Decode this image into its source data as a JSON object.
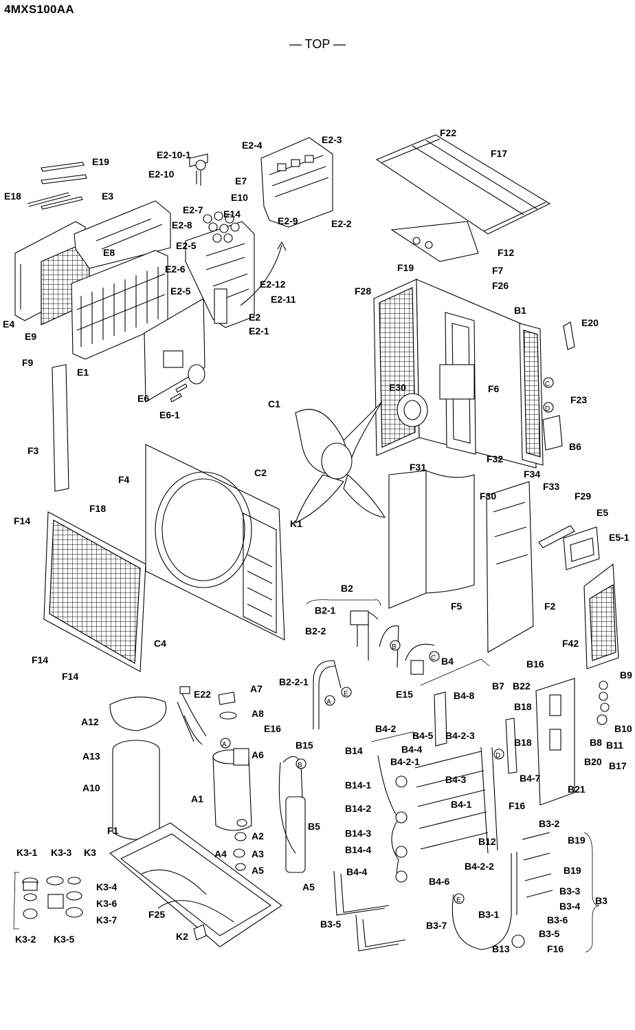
{
  "header": {
    "model": "4MXS100AA",
    "view": "— TOP —"
  },
  "circle_markers": [
    "A",
    "B",
    "C",
    "D",
    "E"
  ],
  "part_labels": [
    {
      "id": "e19",
      "text": "E19"
    },
    {
      "id": "e18",
      "text": "E18"
    },
    {
      "id": "e3",
      "text": "E3"
    },
    {
      "id": "e2-10-1",
      "text": "E2-10-1"
    },
    {
      "id": "e2-10",
      "text": "E2-10"
    },
    {
      "id": "e2-4",
      "text": "E2-4"
    },
    {
      "id": "e2-3",
      "text": "E2-3"
    },
    {
      "id": "e7",
      "text": "E7"
    },
    {
      "id": "e10",
      "text": "E10"
    },
    {
      "id": "e14",
      "text": "E14"
    },
    {
      "id": "e2-7",
      "text": "E2-7"
    },
    {
      "id": "e2-8",
      "text": "E2-8"
    },
    {
      "id": "e2-9",
      "text": "E2-9"
    },
    {
      "id": "e2-2",
      "text": "E2-2"
    },
    {
      "id": "e2-5a",
      "text": "E2-5"
    },
    {
      "id": "e8",
      "text": "E8"
    },
    {
      "id": "e2-6",
      "text": "E2-6"
    },
    {
      "id": "e2-5b",
      "text": "E2-5"
    },
    {
      "id": "e2-12",
      "text": "E2-12"
    },
    {
      "id": "e2-11",
      "text": "E2-11"
    },
    {
      "id": "e2",
      "text": "E2"
    },
    {
      "id": "e2-1",
      "text": "E2-1"
    },
    {
      "id": "e4",
      "text": "E4"
    },
    {
      "id": "e9",
      "text": "E9"
    },
    {
      "id": "e1",
      "text": "E1"
    },
    {
      "id": "f9",
      "text": "F9"
    },
    {
      "id": "e6",
      "text": "E6"
    },
    {
      "id": "e6-1",
      "text": "E6-1"
    },
    {
      "id": "f22",
      "text": "F22"
    },
    {
      "id": "f17",
      "text": "F17"
    },
    {
      "id": "f12",
      "text": "F12"
    },
    {
      "id": "f19",
      "text": "F19"
    },
    {
      "id": "f7",
      "text": "F7"
    },
    {
      "id": "f26",
      "text": "F26"
    },
    {
      "id": "f28",
      "text": "F28"
    },
    {
      "id": "b1",
      "text": "B1"
    },
    {
      "id": "e20",
      "text": "E20"
    },
    {
      "id": "e30",
      "text": "E30"
    },
    {
      "id": "f6",
      "text": "F6"
    },
    {
      "id": "f23",
      "text": "F23"
    },
    {
      "id": "b6",
      "text": "B6"
    },
    {
      "id": "c1",
      "text": "C1"
    },
    {
      "id": "f3",
      "text": "F3"
    },
    {
      "id": "f4",
      "text": "F4"
    },
    {
      "id": "c2",
      "text": "C2"
    },
    {
      "id": "k1",
      "text": "K1"
    },
    {
      "id": "f31",
      "text": "F31"
    },
    {
      "id": "f32",
      "text": "F32"
    },
    {
      "id": "f34",
      "text": "F34"
    },
    {
      "id": "f30",
      "text": "F30"
    },
    {
      "id": "f33",
      "text": "F33"
    },
    {
      "id": "f29",
      "text": "F29"
    },
    {
      "id": "e5",
      "text": "E5"
    },
    {
      "id": "e5-1",
      "text": "E5-1"
    },
    {
      "id": "f14a",
      "text": "F14"
    },
    {
      "id": "f18",
      "text": "F18"
    },
    {
      "id": "c4",
      "text": "C4"
    },
    {
      "id": "f14b",
      "text": "F14"
    },
    {
      "id": "f14c",
      "text": "F14"
    },
    {
      "id": "f5",
      "text": "F5"
    },
    {
      "id": "f2",
      "text": "F2"
    },
    {
      "id": "f42",
      "text": "F42"
    },
    {
      "id": "b2",
      "text": "B2"
    },
    {
      "id": "b2-1",
      "text": "B2-1"
    },
    {
      "id": "b2-2",
      "text": "B2-2"
    },
    {
      "id": "b4",
      "text": "B4"
    },
    {
      "id": "b2-2-1",
      "text": "B2-2-1"
    },
    {
      "id": "e15",
      "text": "E15"
    },
    {
      "id": "b16",
      "text": "B16"
    },
    {
      "id": "b9",
      "text": "B9"
    },
    {
      "id": "b22",
      "text": "B22"
    },
    {
      "id": "b7",
      "text": "B7"
    },
    {
      "id": "b4-8",
      "text": "B4-8"
    },
    {
      "id": "e22",
      "text": "E22"
    },
    {
      "id": "a7",
      "text": "A7"
    },
    {
      "id": "a8",
      "text": "A8"
    },
    {
      "id": "a12",
      "text": "A12"
    },
    {
      "id": "e16",
      "text": "E16"
    },
    {
      "id": "b18a",
      "text": "B18"
    },
    {
      "id": "b10",
      "text": "B10"
    },
    {
      "id": "b18b",
      "text": "B18"
    },
    {
      "id": "b8",
      "text": "B8"
    },
    {
      "id": "b11",
      "text": "B11"
    },
    {
      "id": "b4-2",
      "text": "B4-2"
    },
    {
      "id": "b4-5",
      "text": "B4-5"
    },
    {
      "id": "b4-2-3",
      "text": "B4-2-3"
    },
    {
      "id": "b4-4a",
      "text": "B4-4"
    },
    {
      "id": "b14",
      "text": "B14"
    },
    {
      "id": "b4-2-1",
      "text": "B4-2-1"
    },
    {
      "id": "b15",
      "text": "B15"
    },
    {
      "id": "a13",
      "text": "A13"
    },
    {
      "id": "a6",
      "text": "A6"
    },
    {
      "id": "a10",
      "text": "A10"
    },
    {
      "id": "b20",
      "text": "B20"
    },
    {
      "id": "b17",
      "text": "B17"
    },
    {
      "id": "b4-7",
      "text": "B4-7"
    },
    {
      "id": "b14-1",
      "text": "B14-1"
    },
    {
      "id": "b4-3",
      "text": "B4-3"
    },
    {
      "id": "b21",
      "text": "B21"
    },
    {
      "id": "a1",
      "text": "A1"
    },
    {
      "id": "b4-1",
      "text": "B4-1"
    },
    {
      "id": "f16a",
      "text": "F16"
    },
    {
      "id": "b14-2",
      "text": "B14-2"
    },
    {
      "id": "b5",
      "text": "B5"
    },
    {
      "id": "b12",
      "text": "B12"
    },
    {
      "id": "b3-2",
      "text": "B3-2"
    },
    {
      "id": "f1",
      "text": "F1"
    },
    {
      "id": "a2",
      "text": "A2"
    },
    {
      "id": "b19a",
      "text": "B19"
    },
    {
      "id": "a4",
      "text": "A4"
    },
    {
      "id": "a3",
      "text": "A3"
    },
    {
      "id": "b14-3",
      "text": "B14-3"
    },
    {
      "id": "b14-4",
      "text": "B14-4"
    },
    {
      "id": "b4-2-2",
      "text": "B4-2-2"
    },
    {
      "id": "a5a",
      "text": "A5"
    },
    {
      "id": "b19b",
      "text": "B19"
    },
    {
      "id": "k3-1",
      "text": "K3-1"
    },
    {
      "id": "k3-3",
      "text": "K3-3"
    },
    {
      "id": "k3",
      "text": "K3"
    },
    {
      "id": "b4-4b",
      "text": "B4-4"
    },
    {
      "id": "b4-6",
      "text": "B4-6"
    },
    {
      "id": "b3-3",
      "text": "B3-3"
    },
    {
      "id": "a5b",
      "text": "A5"
    },
    {
      "id": "b3",
      "text": "B3"
    },
    {
      "id": "k3-4",
      "text": "K3-4"
    },
    {
      "id": "b3-4",
      "text": "B3-4"
    },
    {
      "id": "k3-6",
      "text": "K3-6"
    },
    {
      "id": "f25",
      "text": "F25"
    },
    {
      "id": "b3-6",
      "text": "B3-6"
    },
    {
      "id": "k3-7",
      "text": "K3-7"
    },
    {
      "id": "b3-1",
      "text": "B3-1"
    },
    {
      "id": "b3-5a",
      "text": "B3-5"
    },
    {
      "id": "k2",
      "text": "K2"
    },
    {
      "id": "b3-5b",
      "text": "B3-5"
    },
    {
      "id": "b3-7",
      "text": "B3-7"
    },
    {
      "id": "k3-2",
      "text": "K3-2"
    },
    {
      "id": "k3-5",
      "text": "K3-5"
    },
    {
      "id": "b13",
      "text": "B13"
    },
    {
      "id": "f16b",
      "text": "F16"
    }
  ]
}
